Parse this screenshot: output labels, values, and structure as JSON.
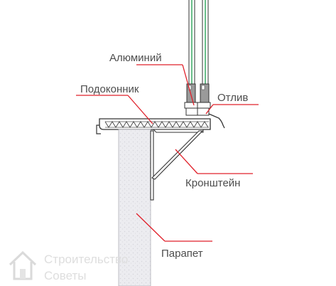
{
  "labels": {
    "aluminum": "Алюминий",
    "sill": "Подоконник",
    "drip": "Отлив",
    "bracket": "Кронштейн",
    "parapet": "Парапет"
  },
  "watermark": {
    "line1": "Строительство",
    "line2": "Советы"
  },
  "colors": {
    "leader": "#e0202a",
    "outline": "#333333",
    "glass": "#1a9a4a",
    "wall": "#e6e6ea"
  }
}
